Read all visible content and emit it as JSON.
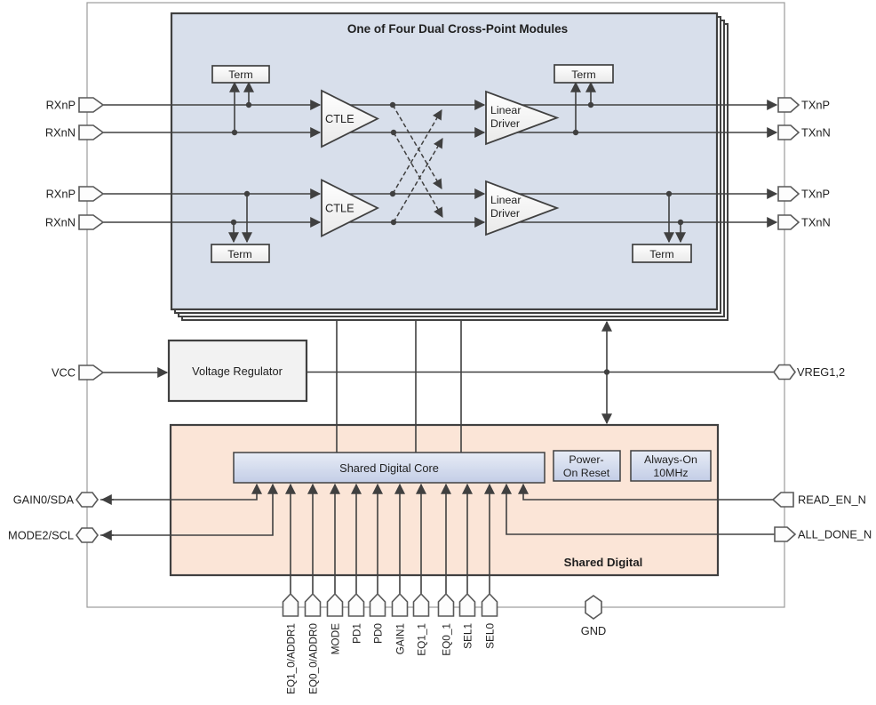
{
  "diagram": {
    "module": {
      "title": "One of Four Dual Cross-Point Modules",
      "term": "Term",
      "ctle": "CTLE",
      "driver_l1": "Linear",
      "driver_l2": "Driver"
    },
    "blocks": {
      "voltage_regulator": "Voltage Regulator",
      "shared_digital": "Shared Digital",
      "core": "Shared Digital Core",
      "por_l1": "Power-",
      "por_l2": "On Reset",
      "osc_l1": "Always-On",
      "osc_l2": "10MHz"
    },
    "pins": {
      "rx": [
        "RXnP",
        "RXnN",
        "RXnP",
        "RXnN"
      ],
      "tx": [
        "TXnP",
        "TXnN",
        "TXnP",
        "TXnN"
      ],
      "vcc": "VCC",
      "vreg": "VREG1,2",
      "sda": "GAIN0/SDA",
      "scl": "MODE2/SCL",
      "read_en": "READ_EN_N",
      "all_done": "ALL_DONE_N",
      "gnd": "GND",
      "bottom": [
        "EQ1_0/ADDR1",
        "EQ0_0/ADDR0",
        "MODE",
        "PD1",
        "PD0",
        "GAIN1",
        "EQ1_1",
        "EQ0_1",
        "SEL1",
        "SEL0"
      ]
    },
    "colors": {
      "module_fill": "#d8dfeb",
      "digital_fill": "#fbe5d7",
      "core_fill": "#cbd5eb",
      "block_fill": "#f2f2f2",
      "line": "#404040",
      "border": "#9b9b9b"
    }
  }
}
